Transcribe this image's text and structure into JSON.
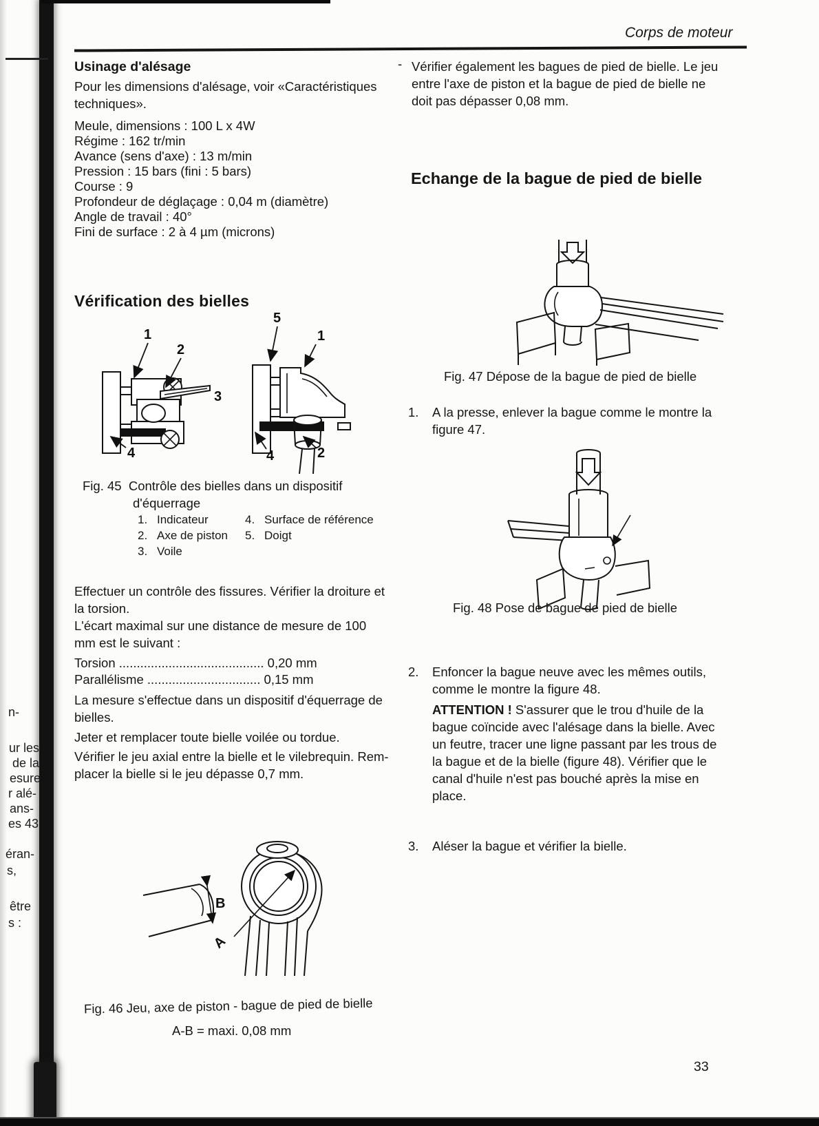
{
  "scan": {
    "header_title": "Corps de moteur",
    "page_number": "33",
    "margin_fragments": [
      "n-",
      "ur les",
      "de la",
      "esure",
      "r alé-",
      "ans-",
      "es 43",
      "éran-",
      "s,",
      "être",
      "s :"
    ]
  },
  "left": {
    "usinage": {
      "title": "Usinage d'alésage",
      "intro_lines": [
        "Pour les dimensions d'alésage, voir «Caractéristiques",
        "techniques»."
      ],
      "specs": [
        "Meule, dimensions : 100 L x 4W",
        "Régime : 162 tr/min",
        "Avance (sens d'axe) : 13 m/min",
        "Pression : 15 bars (fini : 5 bars)",
        "Course : 9",
        "Profondeur de déglaçage : 0,04 m (diamètre)",
        "Angle de travail : 40°",
        "Fini de surface : 2 à 4 µm (microns)"
      ]
    },
    "verification": {
      "title": "Vérification des bielles",
      "fig45": {
        "callouts_left": [
          "1",
          "2",
          "3",
          "4"
        ],
        "callouts_right": [
          "5",
          "1",
          "4",
          "2"
        ],
        "caption_line1": "Fig. 45  Contrôle des bielles dans un dispositif",
        "caption_line2": "d'équerrage",
        "legend_col1": [
          {
            "num": "1.",
            "label": "Indicateur"
          },
          {
            "num": "2.",
            "label": "Axe de piston"
          },
          {
            "num": "3.",
            "label": "Voile"
          }
        ],
        "legend_col2": [
          {
            "num": "4.",
            "label": "Surface de référence"
          },
          {
            "num": "5.",
            "label": "Doigt"
          }
        ]
      },
      "para_fissures_lines": [
        "Effectuer un contrôle des fissures. Vérifier la droiture et",
        "la torsion.",
        "L'écart maximal sur une distance de mesure de 100",
        "mm est le suivant :"
      ],
      "torsion": {
        "label": "Torsion ",
        "dots": ".........................................",
        "value": " 0,20 mm"
      },
      "parallelisme": {
        "label": "Parallélisme ",
        "dots": "................................",
        "value": " 0,15 mm"
      },
      "para_mesure_lines": [
        "La mesure s'effectue dans un dispositif d'équerrage de",
        "bielles."
      ],
      "para_jeter": "Jeter et remplacer toute bielle voilée ou tordue.",
      "para_jeu_lines": [
        "Vérifier le jeu axial entre la bielle et le vilebrequin. Rem-",
        "placer la bielle si le jeu dépasse 0,7 mm."
      ],
      "fig46": {
        "label_a": "A",
        "label_b": "B",
        "caption": "Fig. 46 Jeu, axe de piston - bague de pied de bielle",
        "subcaption": "A-B = maxi. 0,08 mm"
      }
    }
  },
  "right": {
    "bullet_marker": "-",
    "bullet_lines": [
      "Vérifier également les bagues de pied de bielle. Le jeu",
      "entre l'axe de piston et la bague de pied de bielle ne",
      "doit pas dépasser 0,08 mm."
    ],
    "section_title": "Echange de la bague de pied de bielle",
    "fig47_caption": "Fig. 47 Dépose de la bague de pied de bielle",
    "step1": {
      "num": "1.",
      "lines": [
        "A la presse, enlever la bague comme le montre la",
        "figure 47."
      ]
    },
    "fig48_caption": "Fig. 48 Pose de bague de pied de bielle",
    "step2": {
      "num": "2.",
      "lines": [
        "Enfoncer la bague neuve avec les mêmes outils,",
        "comme le montre la figure 48."
      ]
    },
    "attention": {
      "bold": "ATTENTION !",
      "line1_rest": " S'assurer que le trou d'huile de la",
      "lines": [
        "bague coïncide avec l'alésage dans la bielle. Avec",
        "un feutre, tracer une ligne passant par les trous de",
        "la bague et de la bielle (figure 48). Vérifier que le",
        "canal d'huile n'est pas bouché après la mise en",
        "place."
      ]
    },
    "step3": {
      "num": "3.",
      "line": "Aléser la bague et vérifier la bielle."
    }
  }
}
